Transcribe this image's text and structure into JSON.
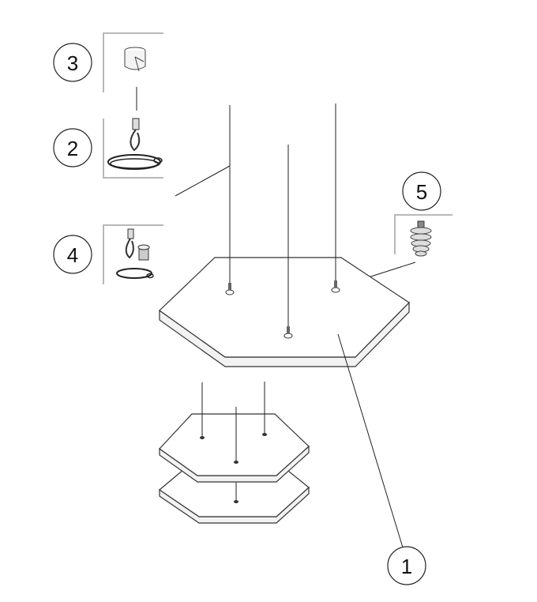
{
  "callouts": {
    "c1": "1",
    "c2": "2",
    "c3": "3",
    "c4": "4",
    "c5": "5"
  },
  "parts": {
    "c1": "hexagon-panel",
    "c2": "suspension-cable-kit",
    "c3": "ceiling-cup",
    "c4": "cable-kit-with-adapter",
    "c5": "threaded-connector"
  }
}
